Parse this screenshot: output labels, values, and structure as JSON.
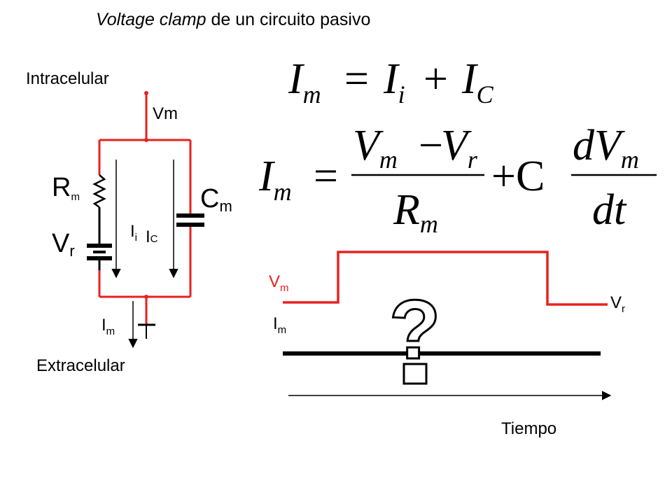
{
  "title": {
    "italic": "Voltage clamp",
    "rest": " de un circuito pasivo"
  },
  "circuit": {
    "intracelular": "Intracelular",
    "extracelular": "Extracelular",
    "vm": "Vm",
    "rm": {
      "main": "R",
      "sub": "m"
    },
    "cm": {
      "main": "C",
      "sub": "m"
    },
    "vr": {
      "main": "V",
      "sub": "r"
    },
    "ii": {
      "main": "I",
      "sub": "i"
    },
    "ic": {
      "main": "I",
      "sub": "C"
    },
    "im": {
      "main": "I",
      "sub": "m"
    }
  },
  "equations": {
    "eq1": {
      "lhs": "I",
      "lhs_sub": "m",
      "eq": "=",
      "t1": "I",
      "t1_sub": "i",
      "plus": "+",
      "t2": "I",
      "t2_sub": "C"
    },
    "eq2": {
      "lhs": "I",
      "lhs_sub": "m",
      "eq": "=",
      "num_a": "V",
      "num_a_sub": "m",
      "minus": "−",
      "num_b": "V",
      "num_b_sub": "r",
      "den": "R",
      "den_sub": "m",
      "plus": "+C",
      "dnum": "dV",
      "dnum_sub": "m",
      "dden": "dt"
    }
  },
  "waveform": {
    "vm_label": {
      "main": "V",
      "sub": "m"
    },
    "vr_label": {
      "main": "V",
      "sub": "r"
    },
    "im_label": {
      "main": "I",
      "sub": "m"
    },
    "question": "?",
    "time_label": "Tiempo",
    "pulse_color": "#e8211f",
    "trace_color": "#000000"
  }
}
